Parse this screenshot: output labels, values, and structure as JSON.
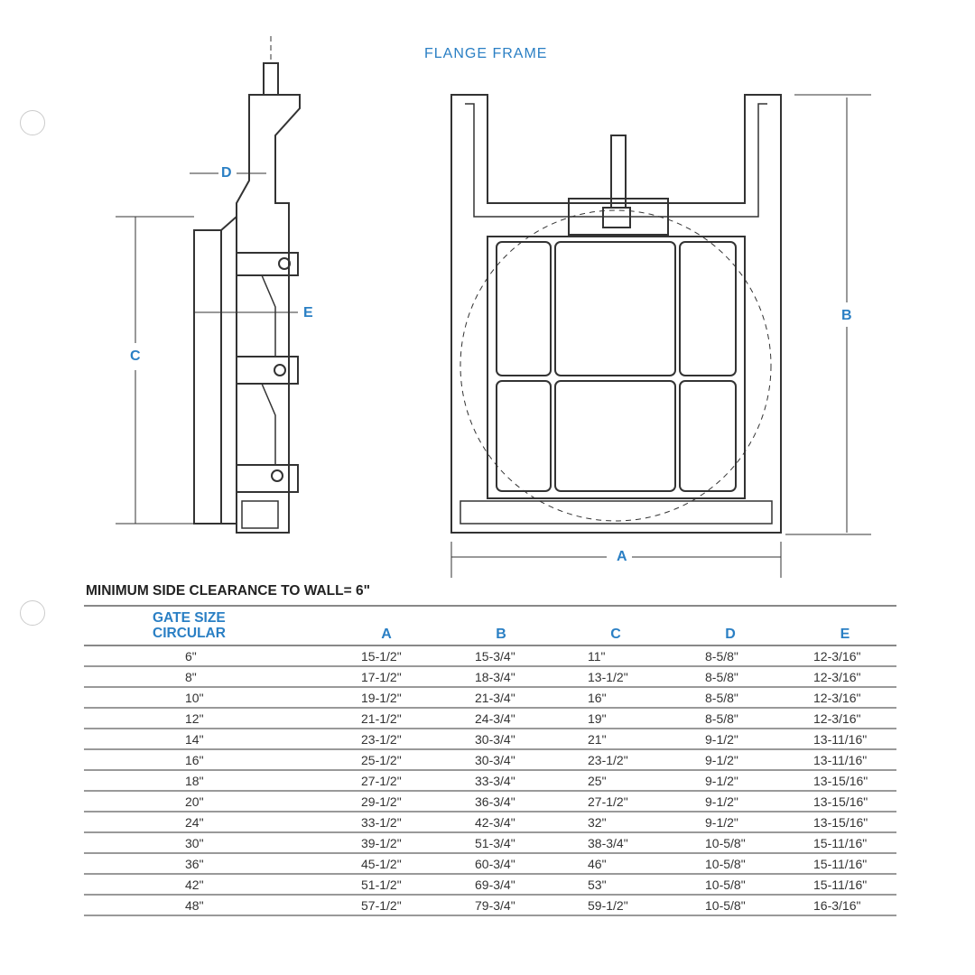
{
  "title": "FLANGE FRAME",
  "dimension_labels": {
    "A": "A",
    "B": "B",
    "C": "C",
    "D": "D",
    "E": "E"
  },
  "clearance_note": "MINIMUM SIDE CLEARANCE TO WALL= 6\"",
  "table": {
    "headers": {
      "gate_size_line1": "GATE SIZE",
      "gate_size_line2": "CIRCULAR",
      "A": "A",
      "B": "B",
      "C": "C",
      "D": "D",
      "E": "E"
    },
    "rows": [
      {
        "size": "6\"",
        "A": "15-1/2\"",
        "B": "15-3/4\"",
        "C": "11\"",
        "D": "8-5/8\"",
        "E": "12-3/16\""
      },
      {
        "size": "8\"",
        "A": "17-1/2\"",
        "B": "18-3/4\"",
        "C": "13-1/2\"",
        "D": "8-5/8\"",
        "E": "12-3/16\""
      },
      {
        "size": "10\"",
        "A": "19-1/2\"",
        "B": "21-3/4\"",
        "C": "16\"",
        "D": "8-5/8\"",
        "E": "12-3/16\""
      },
      {
        "size": "12\"",
        "A": "21-1/2\"",
        "B": "24-3/4\"",
        "C": "19\"",
        "D": "8-5/8\"",
        "E": "12-3/16\""
      },
      {
        "size": "14\"",
        "A": "23-1/2\"",
        "B": "30-3/4\"",
        "C": "21\"",
        "D": "9-1/2\"",
        "E": "13-11/16\""
      },
      {
        "size": "16\"",
        "A": "25-1/2\"",
        "B": "30-3/4\"",
        "C": "23-1/2\"",
        "D": "9-1/2\"",
        "E": "13-11/16\""
      },
      {
        "size": "18\"",
        "A": "27-1/2\"",
        "B": "33-3/4\"",
        "C": "25\"",
        "D": "9-1/2\"",
        "E": "13-15/16\""
      },
      {
        "size": "20\"",
        "A": "29-1/2\"",
        "B": "36-3/4\"",
        "C": "27-1/2\"",
        "D": "9-1/2\"",
        "E": "13-15/16\""
      },
      {
        "size": "24\"",
        "A": "33-1/2\"",
        "B": "42-3/4\"",
        "C": "32\"",
        "D": "9-1/2\"",
        "E": "13-15/16\""
      },
      {
        "size": "30\"",
        "A": "39-1/2\"",
        "B": "51-3/4\"",
        "C": "38-3/4\"",
        "D": "10-5/8\"",
        "E": "15-11/16\""
      },
      {
        "size": "36\"",
        "A": "45-1/2\"",
        "B": "60-3/4\"",
        "C": "46\"",
        "D": "10-5/8\"",
        "E": "15-11/16\""
      },
      {
        "size": "42\"",
        "A": "51-1/2\"",
        "B": "69-3/4\"",
        "C": "53\"",
        "D": "10-5/8\"",
        "E": "15-11/16\""
      },
      {
        "size": "48\"",
        "A": "57-1/2\"",
        "B": "79-3/4\"",
        "C": "59-1/2\"",
        "D": "10-5/8\"",
        "E": "16-3/16\""
      }
    ]
  }
}
